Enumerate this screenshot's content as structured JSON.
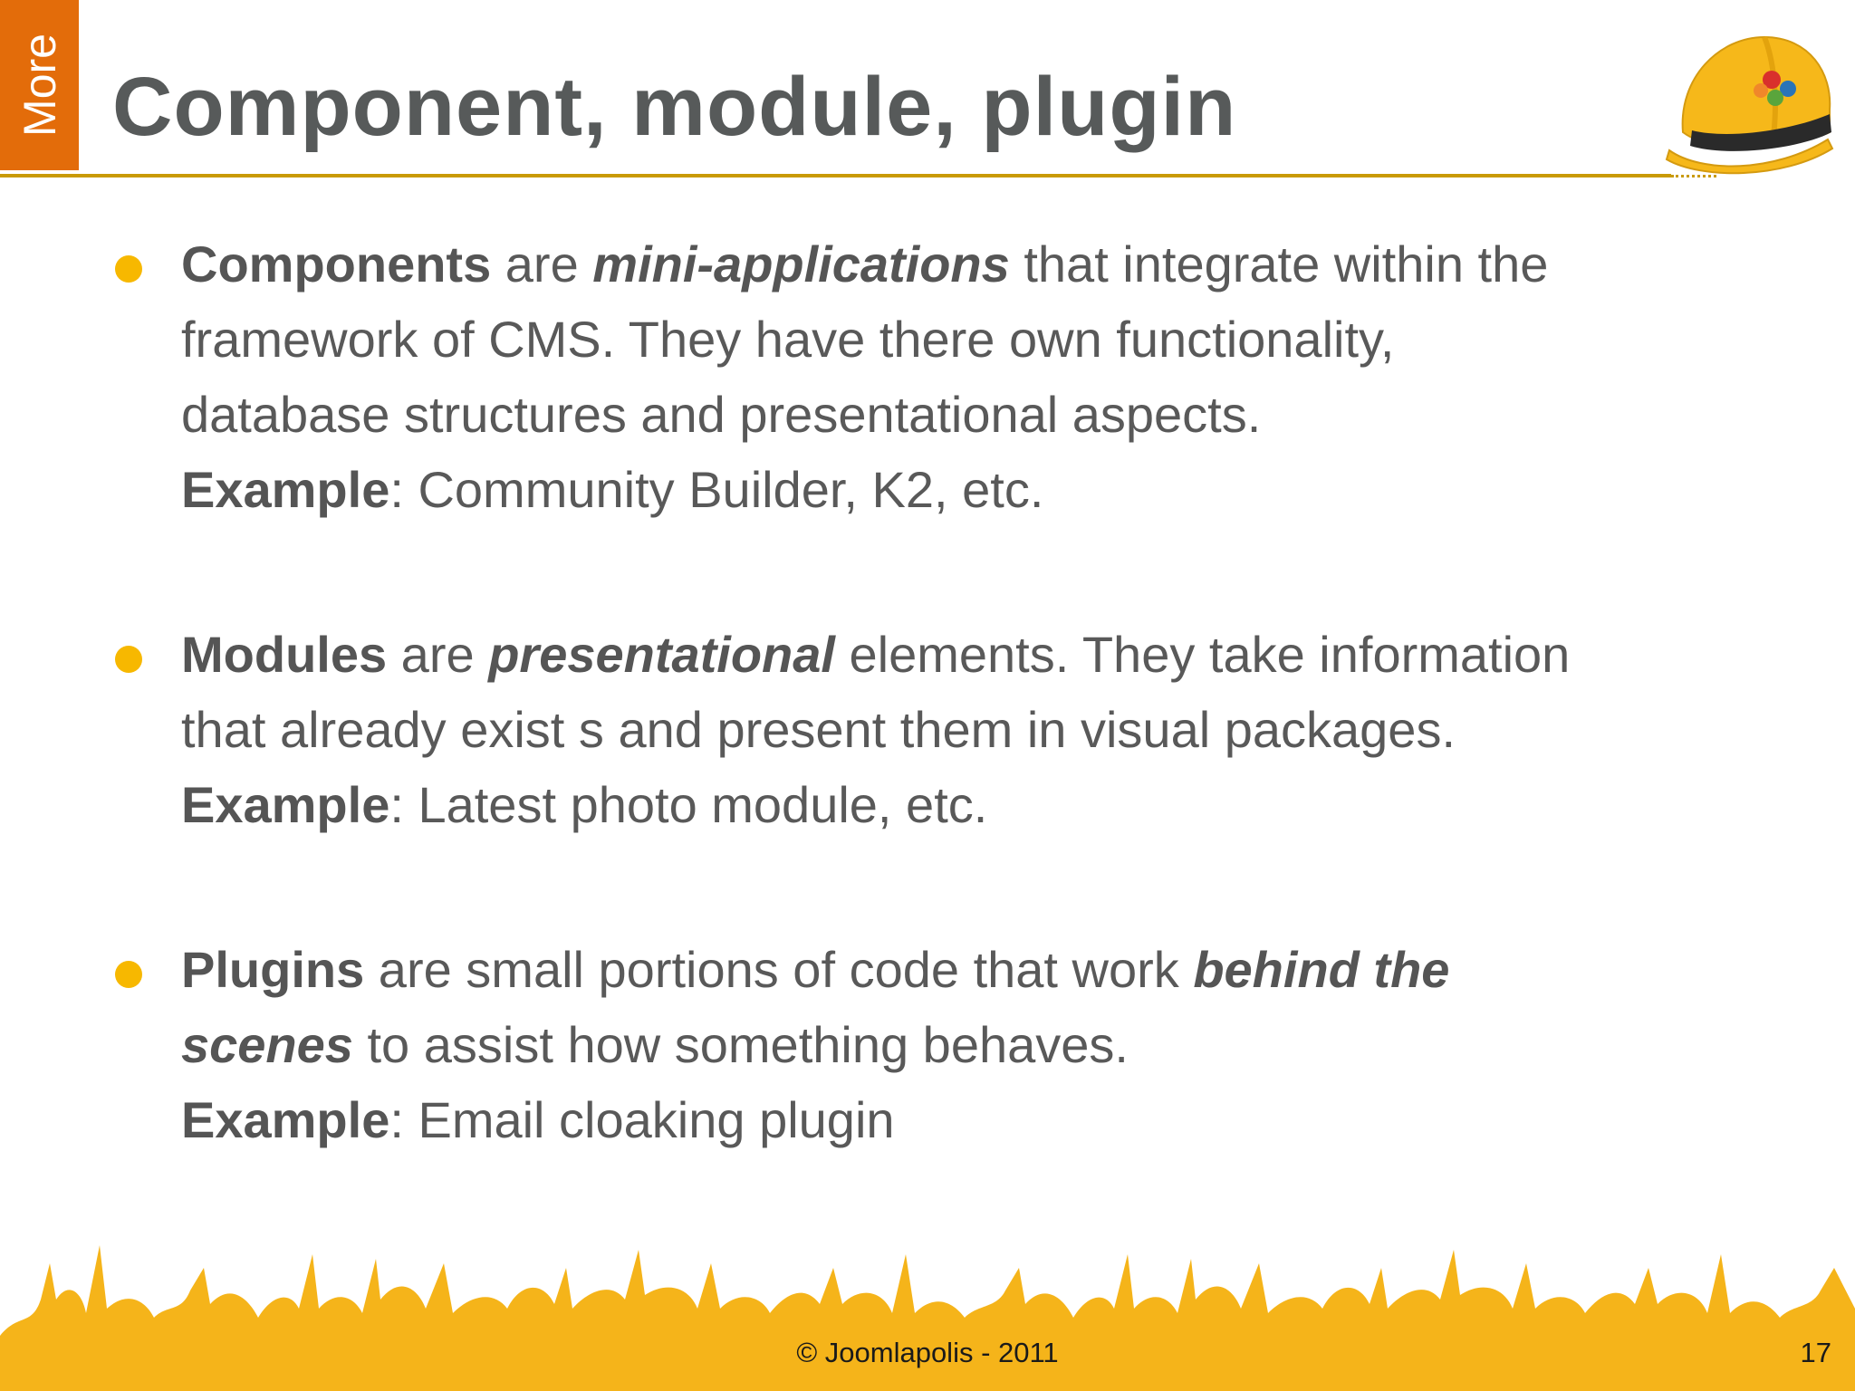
{
  "tab": {
    "label": "More"
  },
  "slide": {
    "title": "Component, module, plugin"
  },
  "bullets": [
    {
      "lines": [
        [
          "Components",
          " are ",
          "mini-applications",
          " that integrate within the"
        ],
        [
          "framework of CMS. They have there own functionality,"
        ],
        [
          "database structures and presentational aspects."
        ],
        [
          "Example",
          ": Community Builder, K2, etc."
        ]
      ]
    },
    {
      "lines": [
        [
          "Modules",
          " are ",
          "presentational",
          " elements. They take information"
        ],
        [
          "that already exist s and present them in visual packages."
        ],
        [
          "Example",
          ": Latest photo module, etc."
        ]
      ]
    },
    {
      "lines": [
        [
          "Plugins",
          " are small portions of code that work ",
          "behind the"
        ],
        [
          "scenes",
          " to assist how something behaves."
        ],
        [
          "Example",
          ": Email cloaking plugin"
        ]
      ]
    }
  ],
  "footer": {
    "copyright": "© Joomlapolis - 2011",
    "page_number": "17"
  },
  "colors": {
    "accent_orange": "#e36c0a",
    "bullet_yellow": "#f7b800",
    "rule_gold": "#c99a06",
    "crowd_yellow": "#f5b41a"
  }
}
